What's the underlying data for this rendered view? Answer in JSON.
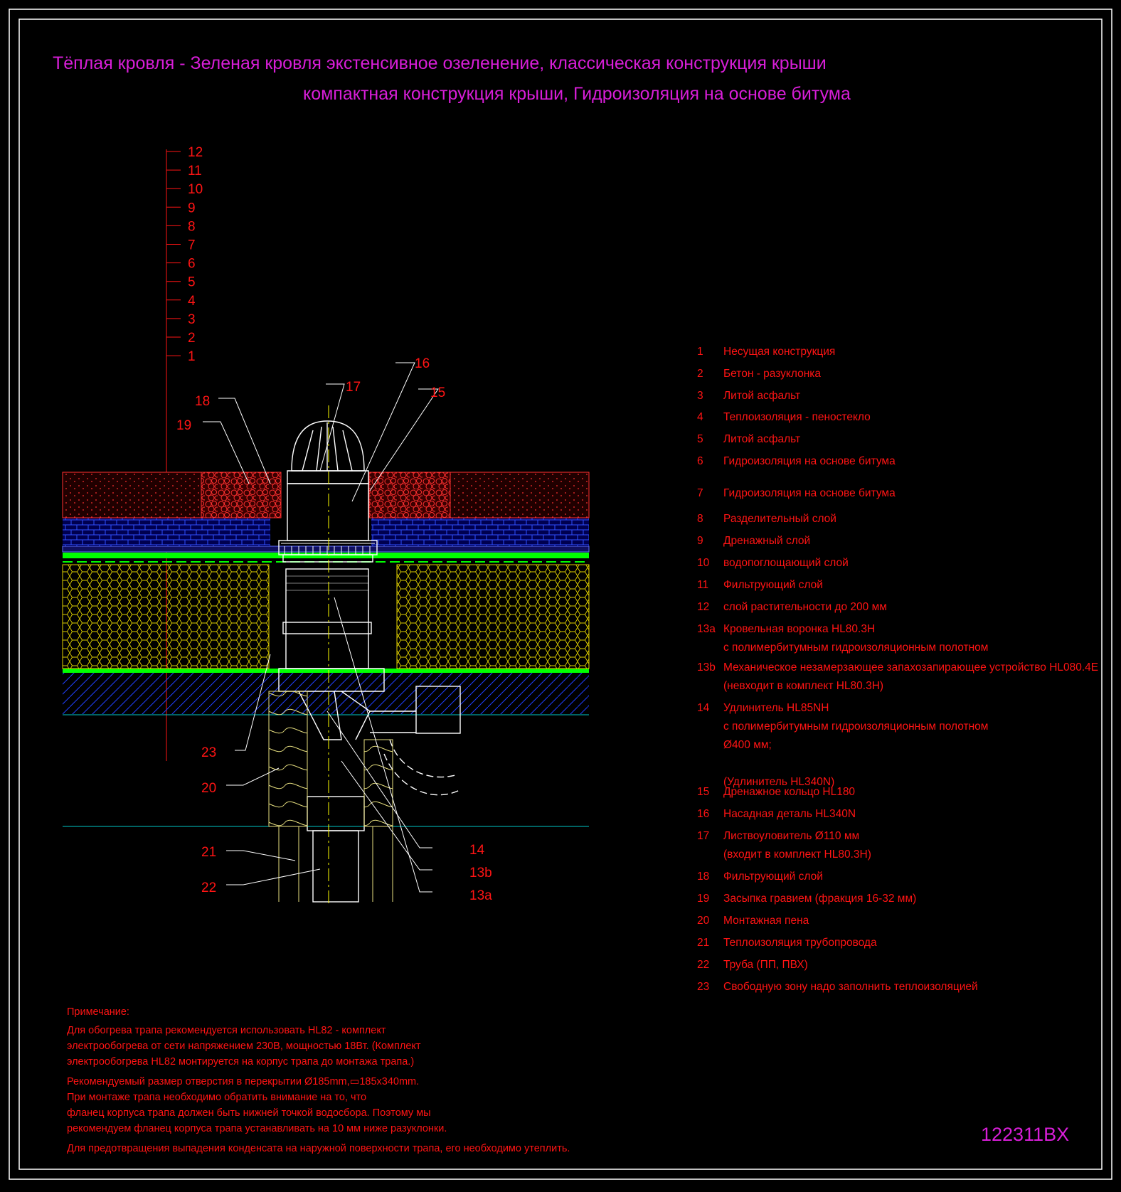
{
  "title": {
    "line1": "Тёплая кровля - Зеленая кровля экстенсивное озеленение, классическая конструкция крыши",
    "line2": "компактная конструкция крыши, Гидроизоляция на основе битума"
  },
  "layer_scale": [
    "12",
    "11",
    "10",
    "9",
    "8",
    "7",
    "6",
    "5",
    "4",
    "3",
    "2",
    "1"
  ],
  "callouts": {
    "c16": "16",
    "c17": "17",
    "c15": "15",
    "c18": "18",
    "c19": "19",
    "c23": "23",
    "c20": "20",
    "c21": "21",
    "c22": "22",
    "c14": "14",
    "c13b": "13b",
    "c13a": "13a"
  },
  "legend": [
    {
      "num": "1",
      "lines": [
        "Несущая конструкция"
      ]
    },
    {
      "num": "2",
      "lines": [
        "Бетон - разуклонка"
      ]
    },
    {
      "num": "3",
      "lines": [
        "Литой асфальт"
      ]
    },
    {
      "num": "4",
      "lines": [
        "Теплоизоляция - пеностекло"
      ]
    },
    {
      "num": "5",
      "lines": [
        "Литой асфальт"
      ]
    },
    {
      "num": "6",
      "lines": [
        "Гидроизоляция на основе битума"
      ]
    },
    {
      "num": "7",
      "lines": [
        "Гидроизоляция на основе битума"
      ]
    },
    {
      "num": "8",
      "lines": [
        "Разделительный слой"
      ]
    },
    {
      "num": "9",
      "lines": [
        "Дренажный слой"
      ]
    },
    {
      "num": "10",
      "lines": [
        "водопоглощающий слой"
      ]
    },
    {
      "num": "11",
      "lines": [
        "Фильтрующий слой"
      ]
    },
    {
      "num": "12",
      "lines": [
        "слой растительности до 200 мм"
      ]
    },
    {
      "num": "13a",
      "lines": [
        "Кровельная воронка HL80.3H",
        "с полимербитумным гидроизоляционным полотном"
      ]
    },
    {
      "num": "13b",
      "lines": [
        "Механическое незамерзающее запахозапирающее устройство HL080.4E",
        "(невходит в комплект HL80.3H)"
      ]
    },
    {
      "num": "14",
      "lines": [
        "Удлинитель HL85NH",
        " с полимербитумным гидроизоляционным полотном",
        "Ø400 мм;",
        "(Удлинитель HL340N)"
      ]
    },
    {
      "num": "15",
      "lines": [
        "Дренажное кольцо HL180"
      ]
    },
    {
      "num": "16",
      "lines": [
        "Насадная деталь HL340N"
      ]
    },
    {
      "num": "17",
      "lines": [
        "Листвоуловитель Ø110 мм",
        "(входит в комплект HL80.3H)"
      ]
    },
    {
      "num": "18",
      "lines": [
        "Фильтрующий слой"
      ]
    },
    {
      "num": "19",
      "lines": [
        "Засыпка гравием (фракция 16-32 мм)"
      ]
    },
    {
      "num": "20",
      "lines": [
        "Монтажная пена"
      ]
    },
    {
      "num": "21",
      "lines": [
        "Теплоизоляция трубопровода"
      ]
    },
    {
      "num": "22",
      "lines": [
        "Труба (ПП, ПВХ)"
      ]
    },
    {
      "num": "23",
      "lines": [
        " Свободную зону надо заполнить теплоизоляцией"
      ]
    }
  ],
  "note": {
    "heading": "Примечание:",
    "para1": [
      "Для обогрева трапа рекомендуется использовать HL82 - комплект",
      "электрообогрева от сети напряжением 230В, мощностью 18Вт. (Комплект",
      "электрообогрева HL82 монтируется на корпус трапа до монтажа трапа.)"
    ],
    "para2": [
      "Рекомендуемый размер отверстия в перекрытии Ø185mm,▭185x340mm.",
      "При монтаже трапа необходимо обратить внимание на то, что",
      "фланец корпуса трапа должен быть нижней точкой водосбора. Поэтому мы",
      "рекомендуем фланец корпуса трапа устанавливать на 10 мм ниже разуклонки."
    ],
    "para3": [
      "Для предотвращения выпадения конденсата на наружной поверхности трапа, его необходимо утеплить."
    ]
  },
  "code": "122311BX",
  "colors": {
    "title": "#d81ed8",
    "text": "#ff1414",
    "frame": "#ffffff",
    "gravel": "#ff2828",
    "drain": "#1e3cff",
    "green": "#00ff00",
    "insulation": "#ffff00",
    "pipe": "#ffffff",
    "cyan": "#00c8c8"
  }
}
